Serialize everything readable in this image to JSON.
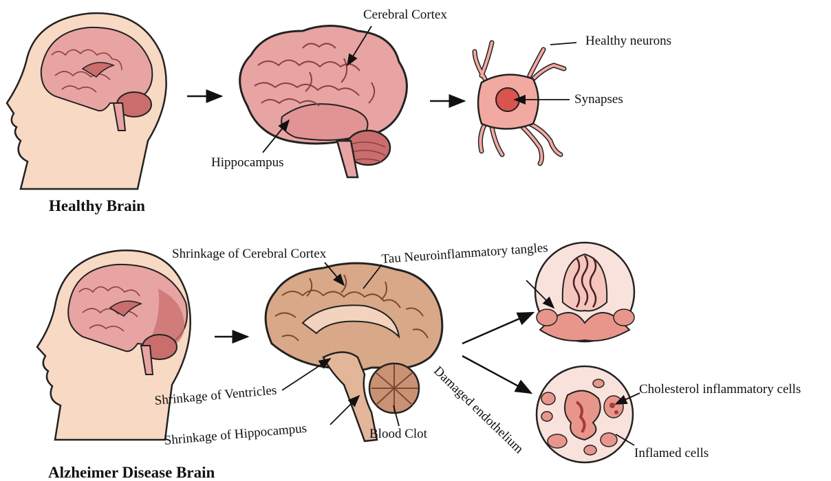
{
  "healthy": {
    "title": "Healthy Brain",
    "labels": {
      "cerebral_cortex": "Cerebral Cortex",
      "healthy_neurons": "Healthy neurons",
      "synapses": "Synapses",
      "hippocampus": "Hippocampus"
    }
  },
  "alzheimer": {
    "title": "Alzheimer Disease Brain",
    "labels": {
      "shrinkage_cortex": "Shrinkage of Cerebral Cortex",
      "tau_tangles": "Tau Neuroinflammatory tangles",
      "shrinkage_ventricles": "Shrinkage of Ventricles",
      "shrinkage_hippocampus": "Shrinkage of Hippocampus",
      "blood_clot": "Blood Clot",
      "damaged_endothelium": "Damaged endothelium",
      "cholesterol_cells": "Cholesterol inflammatory cells",
      "inflamed_cells": "Inflamed cells"
    }
  },
  "colors": {
    "healthy_brain": "#e8a3a3",
    "healthy_brain_dark": "#c96d6d",
    "skin": "#f7d9c4",
    "disease_brain": "#d9a888",
    "disease_dark": "#a86a4c",
    "neuron": "#f2a9a2",
    "nucleus": "#d9534f"
  }
}
